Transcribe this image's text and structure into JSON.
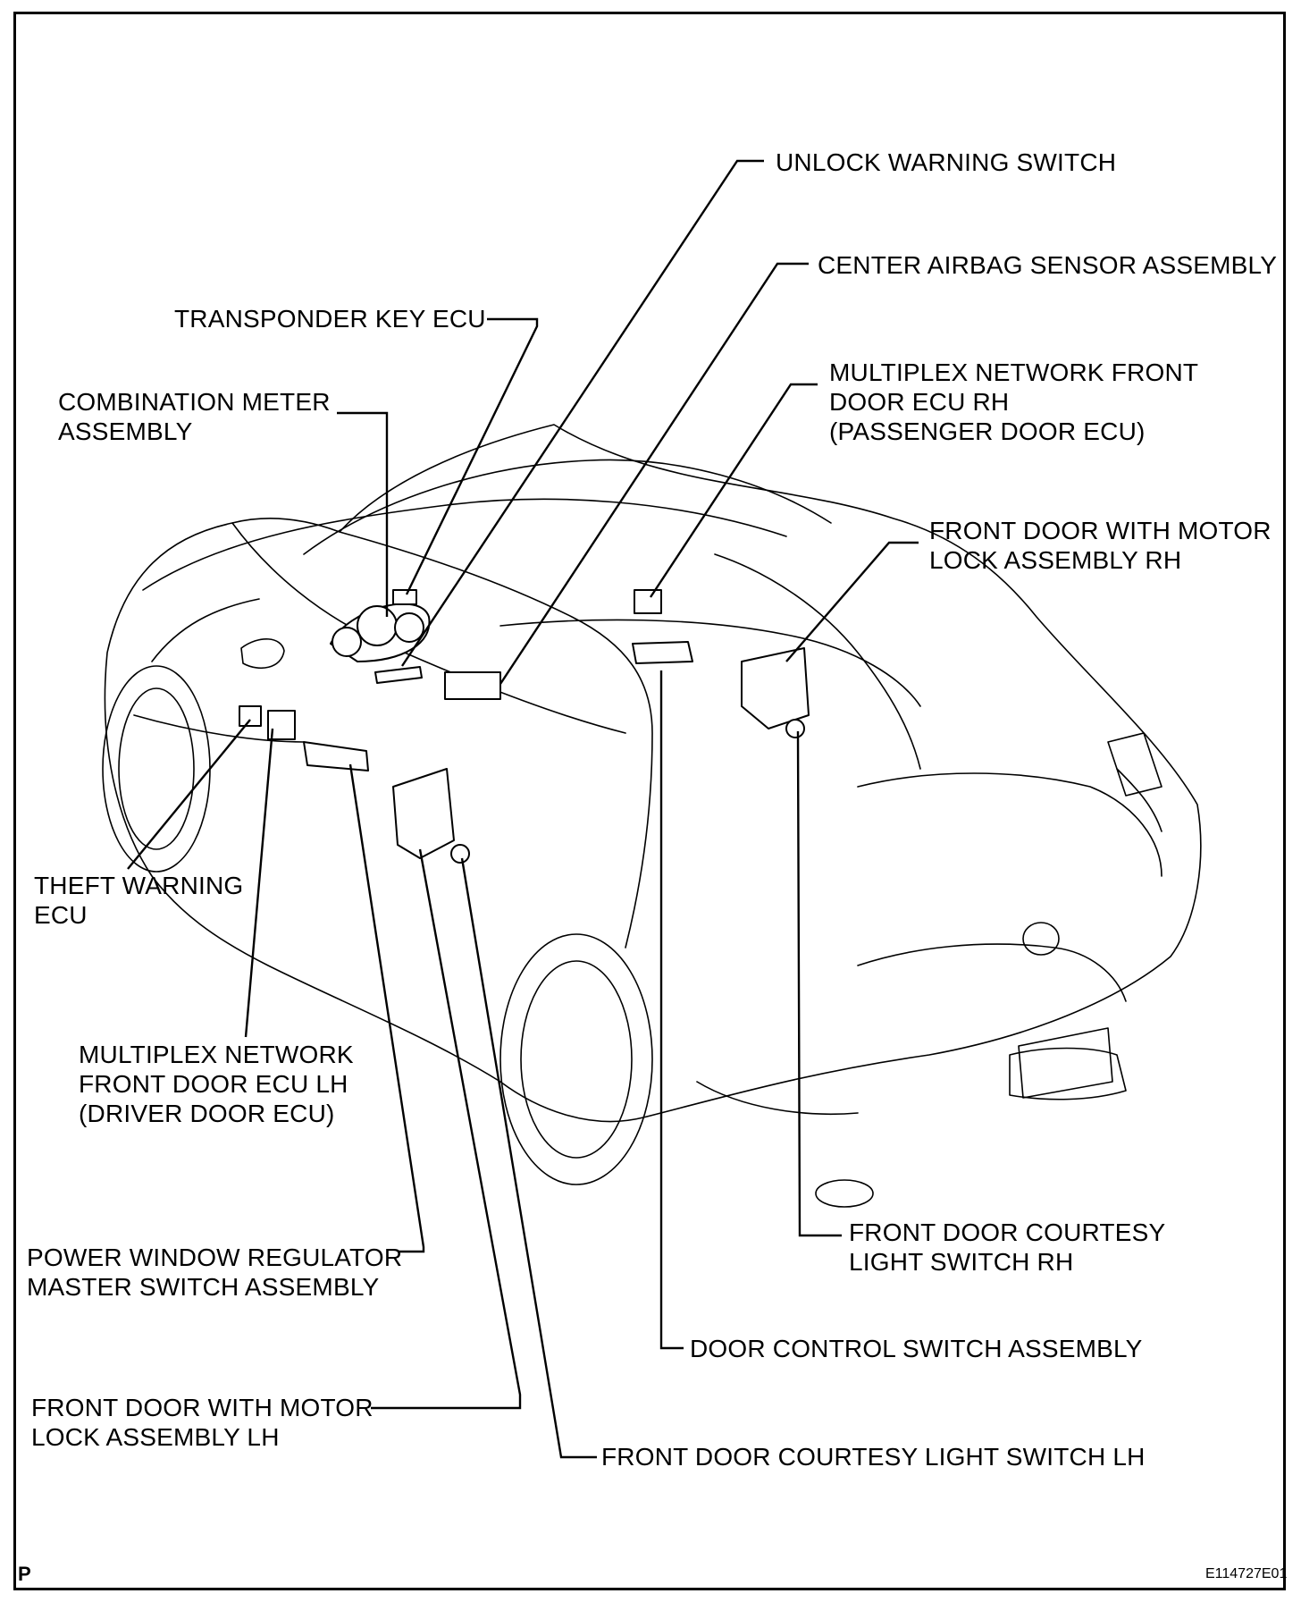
{
  "figure_id": "E114727E01",
  "corner_mark": "P",
  "labels": {
    "unlock_warning_switch": "UNLOCK WARNING SWITCH",
    "center_airbag_sensor": "CENTER AIRBAG SENSOR ASSEMBLY",
    "transponder_key_ecu": "TRANSPONDER KEY ECU",
    "multiplex_front_door_ecu_rh": "MULTIPLEX NETWORK FRONT\nDOOR ECU RH\n(PASSENGER DOOR ECU)",
    "combination_meter": "COMBINATION METER\nASSEMBLY",
    "front_door_motor_lock_rh": "FRONT DOOR WITH MOTOR\nLOCK ASSEMBLY RH",
    "theft_warning_ecu": "THEFT WARNING\nECU",
    "multiplex_front_door_ecu_lh": "MULTIPLEX NETWORK\nFRONT DOOR ECU LH\n(DRIVER DOOR ECU)",
    "front_door_courtesy_switch_rh": "FRONT DOOR COURTESY\nLIGHT SWITCH RH",
    "power_window_master_switch": "POWER WINDOW REGULATOR\nMASTER SWITCH ASSEMBLY",
    "door_control_switch": "DOOR CONTROL SWITCH ASSEMBLY",
    "front_door_motor_lock_lh": "FRONT DOOR WITH MOTOR\nLOCK ASSEMBLY LH",
    "front_door_courtesy_switch_lh": "FRONT DOOR COURTESY LIGHT SWITCH LH"
  }
}
